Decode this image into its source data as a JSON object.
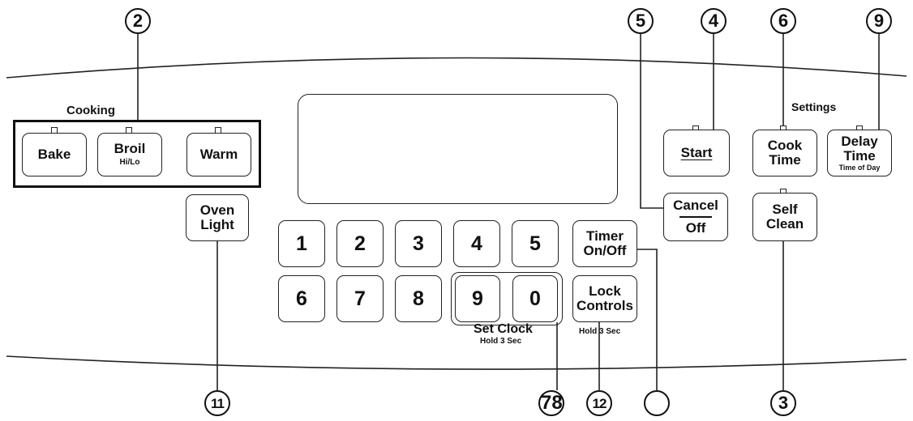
{
  "callouts": {
    "c2": "2",
    "c5": "5",
    "c4": "4",
    "c6": "6",
    "c9": "9",
    "c11": "11",
    "c78": "78",
    "c12": "12",
    "c3": "3"
  },
  "labels": {
    "cooking": "Cooking",
    "settings": "Settings",
    "set_clock": "Set Clock",
    "set_clock_hold": "Hold 3 Sec",
    "lock_hold": "Hold 3 Sec"
  },
  "buttons": {
    "bake": "Bake",
    "broil": "Broil",
    "broil_sub": "Hi/Lo",
    "warm": "Warm",
    "oven_light_1": "Oven",
    "oven_light_2": "Light",
    "start": "Start",
    "cancel": "Cancel",
    "off": "Off",
    "cook_time_1": "Cook",
    "cook_time_2": "Time",
    "delay_time_1": "Delay",
    "delay_time_2": "Time",
    "delay_time_sub": "Time of Day",
    "self_clean_1": "Self",
    "self_clean_2": "Clean",
    "timer_1": "Timer",
    "timer_2": "On/Off",
    "lock_1": "Lock",
    "lock_2": "Controls"
  },
  "keypad": [
    "1",
    "2",
    "3",
    "4",
    "5",
    "6",
    "7",
    "8",
    "9",
    "0"
  ]
}
